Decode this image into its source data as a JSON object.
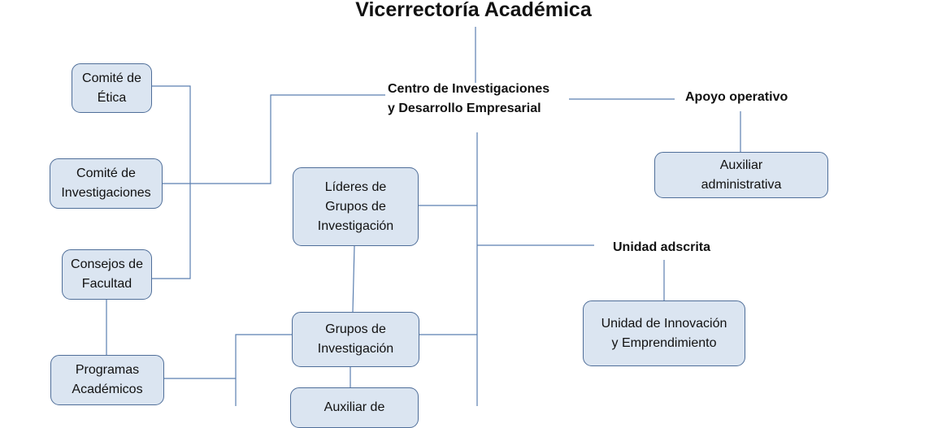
{
  "title": "Vicerrectoría Académica",
  "labels": {
    "center": "Centro de Investigaciones\ny Desarrollo  Empresarial",
    "apoyo": "Apoyo operativo",
    "adscrita": "Unidad adscrita"
  },
  "boxes": {
    "etica": "Comité de\nÉtica",
    "investigaciones": "Comité de\nInvestigaciones",
    "consejos": "Consejos de\nFacultad",
    "programas": "Programas\nAcadémicos",
    "lideres": "Líderes de\nGrupos de\nInvestigación",
    "grupos": "Grupos de\nInvestigación",
    "auxiliar_inv": "Auxiliar de",
    "auxiliar_adm": "Auxiliar\nadministrativa",
    "innovacion": "Unidad de Innovación\ny Emprendimiento"
  },
  "colors": {
    "box_fill": "#dbe5f1",
    "box_border": "#4f6e99",
    "connector": "#5b7fb0"
  }
}
